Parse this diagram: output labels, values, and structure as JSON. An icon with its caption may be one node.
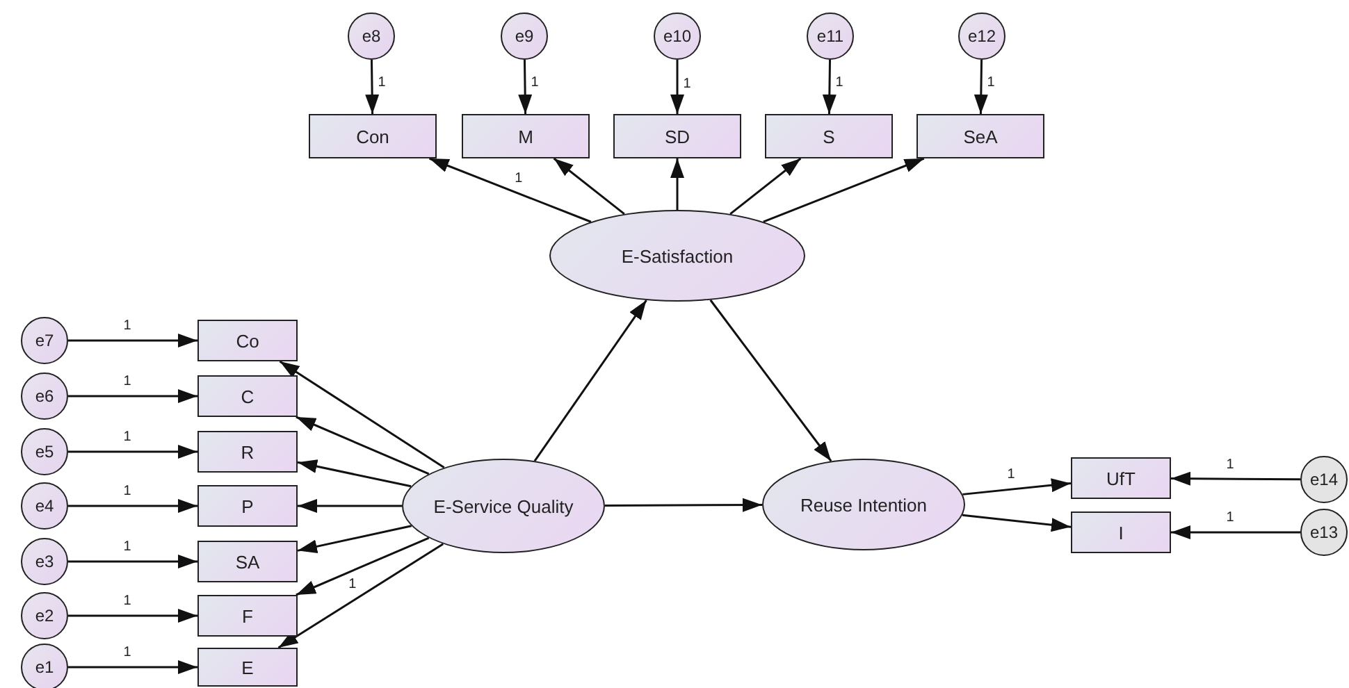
{
  "diagram": {
    "nodes": [
      {
        "text": [
          "e8"
        ]
      },
      {
        "text": [
          "e9"
        ]
      },
      {
        "text": [
          "e10"
        ]
      },
      {
        "text": [
          "e11"
        ]
      },
      {
        "text": [
          "e12"
        ]
      },
      {
        "text": [
          "Con"
        ]
      },
      {
        "text": [
          "M"
        ]
      },
      {
        "text": [
          "SD"
        ]
      },
      {
        "text": [
          "S"
        ]
      },
      {
        "text": [
          "SeA"
        ]
      },
      {
        "text": [
          "E-Satisfaction"
        ]
      },
      {
        "text": [
          "e7"
        ]
      },
      {
        "text": [
          "Co"
        ]
      },
      {
        "text": [
          "e6"
        ]
      },
      {
        "text": [
          "C"
        ]
      },
      {
        "text": [
          "e5"
        ]
      },
      {
        "text": [
          "R"
        ]
      },
      {
        "text": [
          "e4"
        ]
      },
      {
        "text": [
          "P"
        ]
      },
      {
        "text": [
          "E-Service Quality"
        ]
      },
      {
        "text": [
          "Reuse Intention"
        ]
      },
      {
        "text": [
          "UfT"
        ]
      },
      {
        "text": [
          "e14"
        ]
      },
      {
        "text": [
          "e3"
        ]
      },
      {
        "text": [
          "SA"
        ]
      },
      {
        "text": [
          "I"
        ]
      },
      {
        "text": [
          "e13"
        ]
      },
      {
        "text": [
          "e2"
        ]
      },
      {
        "text": [
          "F"
        ]
      },
      {
        "text": [
          "e1"
        ]
      },
      {
        "text": [
          "E"
        ]
      }
    ],
    "edges": [
      {
        "from": 0,
        "to": 5,
        "arrow": "to",
        "label": "1"
      },
      {
        "from": 1,
        "to": 6,
        "arrow": "to",
        "label": "1"
      },
      {
        "from": 2,
        "to": 7,
        "arrow": "to",
        "label": "1"
      },
      {
        "from": 3,
        "to": 8,
        "arrow": "to",
        "label": "1"
      },
      {
        "from": 4,
        "to": 9,
        "arrow": "to",
        "label": "1"
      },
      {
        "from": 10,
        "to": 5,
        "arrow": "to",
        "label": "1"
      },
      {
        "from": 10,
        "to": 6,
        "arrow": "to"
      },
      {
        "from": 10,
        "to": 7,
        "arrow": "to"
      },
      {
        "from": 10,
        "to": 8,
        "arrow": "to"
      },
      {
        "from": 10,
        "to": 9,
        "arrow": "to"
      },
      {
        "from": 19,
        "to": 10,
        "arrow": "to"
      },
      {
        "from": 10,
        "to": 20,
        "arrow": "to"
      },
      {
        "from": 11,
        "to": 12,
        "arrow": "to",
        "label": "1"
      },
      {
        "from": 13,
        "to": 14,
        "arrow": "to",
        "label": "1"
      },
      {
        "from": 15,
        "to": 16,
        "arrow": "to",
        "label": "1"
      },
      {
        "from": 17,
        "to": 18,
        "arrow": "to",
        "label": "1"
      },
      {
        "from": 23,
        "to": 24,
        "arrow": "to",
        "label": "1"
      },
      {
        "from": 27,
        "to": 28,
        "arrow": "to",
        "label": "1"
      },
      {
        "from": 29,
        "to": 30,
        "arrow": "to",
        "label": "1"
      },
      {
        "from": 19,
        "to": 12,
        "arrow": "to"
      },
      {
        "from": 19,
        "to": 14,
        "arrow": "to"
      },
      {
        "from": 19,
        "to": 16,
        "arrow": "to"
      },
      {
        "from": 19,
        "to": 18,
        "arrow": "to"
      },
      {
        "from": 19,
        "to": 24,
        "arrow": "to"
      },
      {
        "from": 19,
        "to": 28,
        "arrow": "to"
      },
      {
        "from": 19,
        "to": 30,
        "arrow": "to",
        "label": "1"
      },
      {
        "from": 19,
        "to": 20,
        "arrow": "to"
      },
      {
        "from": 20,
        "to": 21,
        "arrow": "to",
        "label": "1"
      },
      {
        "from": 20,
        "to": 25,
        "arrow": "to"
      },
      {
        "from": 22,
        "to": 21,
        "arrow": "to",
        "label": "1"
      },
      {
        "from": 26,
        "to": 25,
        "arrow": "to",
        "label": "1"
      }
    ]
  }
}
